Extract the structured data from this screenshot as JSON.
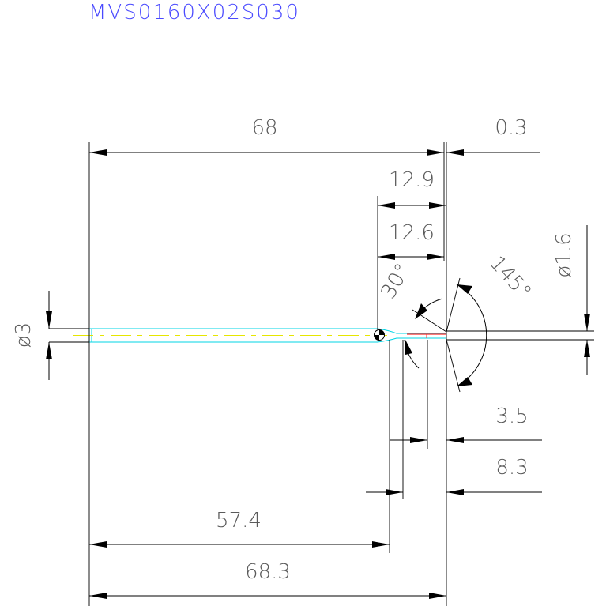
{
  "title": "MVS0160X02S030",
  "colors": {
    "title": "#4a4aff",
    "outline": "#00d5e6",
    "centerline": "#e6e600",
    "cutting_edge": "#ff2a2a",
    "dimension": "#000000",
    "text": "#5a5a5a"
  },
  "dimensions": {
    "overall_length_top": "68",
    "tip_offset": "0.3",
    "neck_length_a": "12.9",
    "neck_length_b": "12.6",
    "point_angle": "145°",
    "relief_angle": "30°",
    "tip_diameter": "ø1.6",
    "shank_diameter": "ø3",
    "length_a": "3.5",
    "length_b": "8.3",
    "shank_length": "57.4",
    "overall_length_bottom": "68.3"
  }
}
